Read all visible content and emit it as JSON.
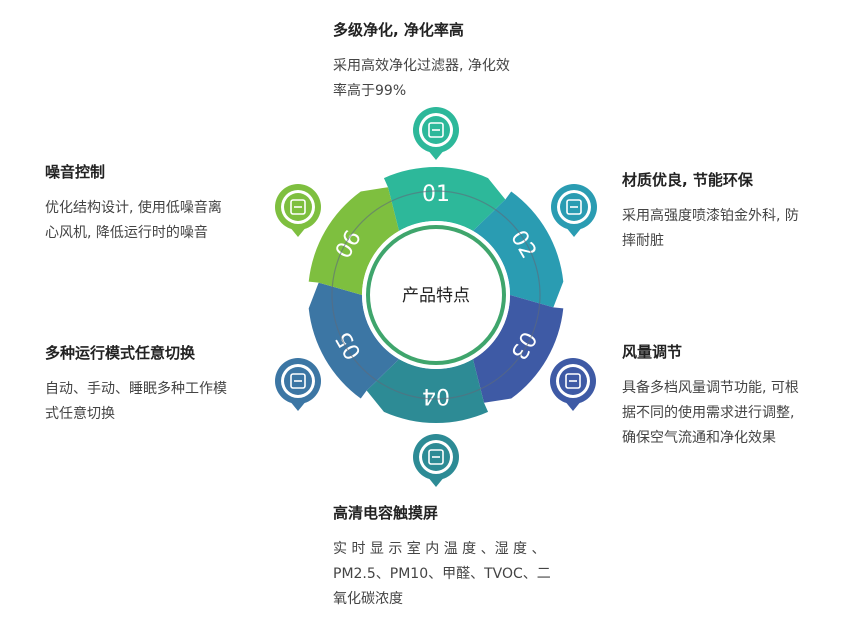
{
  "center": {
    "label": "产品特点"
  },
  "colors": {
    "seg01": "#2db89a",
    "seg02": "#2a9cb2",
    "seg03": "#3e5aa5",
    "seg04": "#2d8b95",
    "seg05": "#3c76a4",
    "seg06": "#7ebf3f",
    "inner_ring": "#3fa56c"
  },
  "segments": [
    {
      "num": "01",
      "icon": "filter-icon"
    },
    {
      "num": "02",
      "icon": "paint-roller-icon"
    },
    {
      "num": "03",
      "icon": "air-vent-icon"
    },
    {
      "num": "04",
      "icon": "laptop-touch-icon"
    },
    {
      "num": "05",
      "icon": "mode-panel-icon"
    },
    {
      "num": "06",
      "icon": "fan-device-icon"
    }
  ],
  "features": [
    {
      "title": "多级净化, 净化率高",
      "desc": [
        "采用高效净化过滤器, 净化效",
        "率高于99%"
      ]
    },
    {
      "title": "材质优良, 节能环保",
      "desc": [
        "采用高强度喷漆铂金外科, 防",
        "摔耐脏"
      ]
    },
    {
      "title": "风量调节",
      "desc": [
        "具备多档风量调节功能, 可根",
        "据不同的使用需求进行调整,",
        "确保空气流通和净化效果"
      ]
    },
    {
      "title": "高清电容触摸屏",
      "desc": [
        "实 时 显 示 室 内 温 度 、湿 度 、",
        "PM2.5、PM10、甲醛、TVOC、二",
        "氧化碳浓度"
      ]
    },
    {
      "title": "多种运行模式任意切换",
      "desc": [
        "自动、手动、睡眠多种工作模",
        "式任意切换"
      ]
    },
    {
      "title": "噪音控制",
      "desc": [
        "优化结构设计, 使用低噪音离",
        "心风机, 降低运行时的噪音"
      ]
    }
  ]
}
